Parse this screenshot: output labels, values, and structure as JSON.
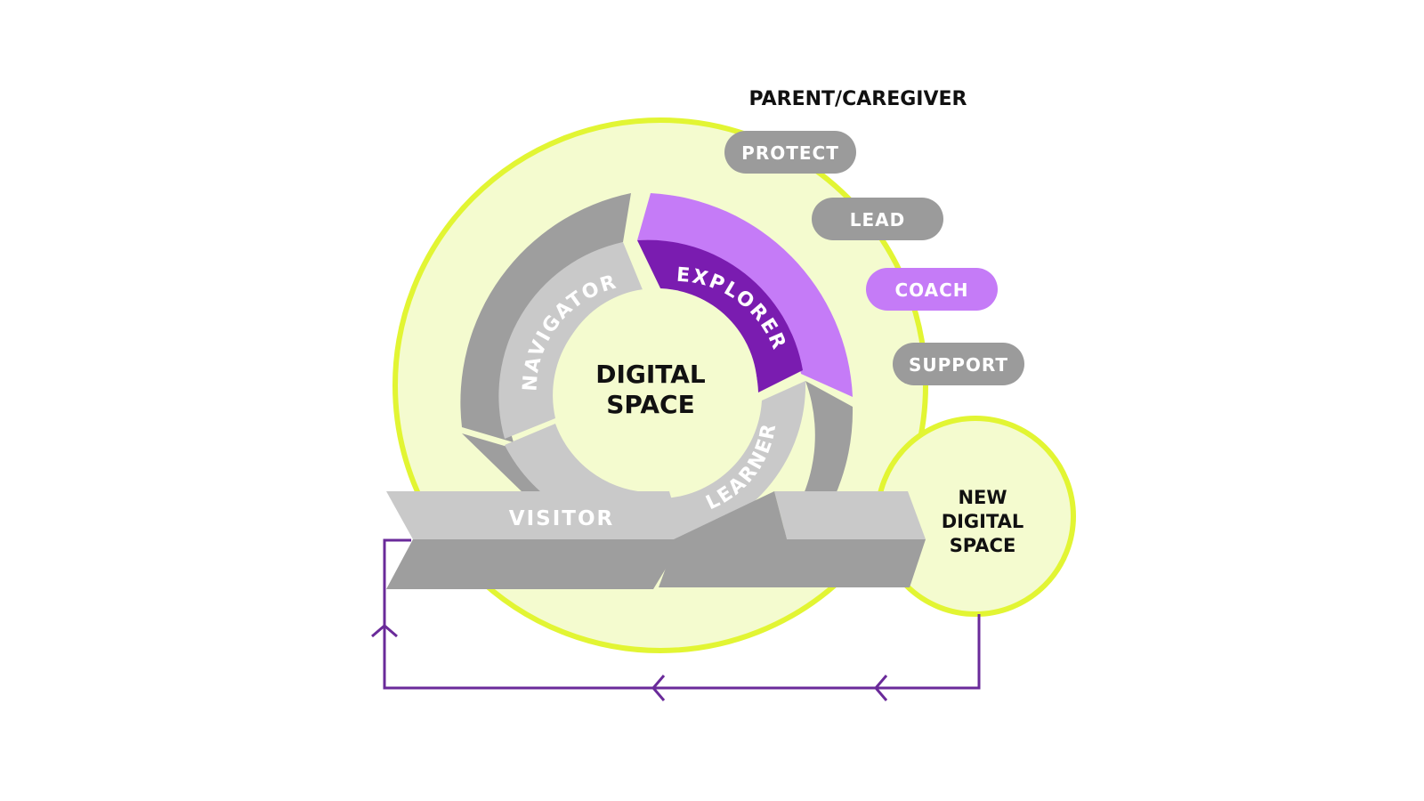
{
  "role_title": "PARENT/CAREGIVER",
  "roles": [
    {
      "label": "PROTECT",
      "active": false
    },
    {
      "label": "LEAD",
      "active": false
    },
    {
      "label": "COACH",
      "active": true
    },
    {
      "label": "SUPPORT",
      "active": false
    }
  ],
  "center_label_line1": "DIGITAL",
  "center_label_line2": "SPACE",
  "stages": {
    "navigator": "NAVIGATOR",
    "explorer": "EXPLORER",
    "learner": "LEARNER",
    "visitor": "VISITOR"
  },
  "new_space": {
    "line1": "NEW",
    "line2": "DIGITAL",
    "line3": "SPACE"
  },
  "colors": {
    "outer_fill": "#f4fbcf",
    "outer_stroke": "#e2f533",
    "gray_dark": "#9e9e9e",
    "gray_light": "#c9c9c9",
    "purple_light": "#c57bf7",
    "purple_dark": "#7a1cb0",
    "pill_gray": "#9b9b9b",
    "pill_active": "#c57bf7",
    "loop_line": "#6a2a9a",
    "text_dark": "#111111",
    "text_white": "#ffffff"
  }
}
